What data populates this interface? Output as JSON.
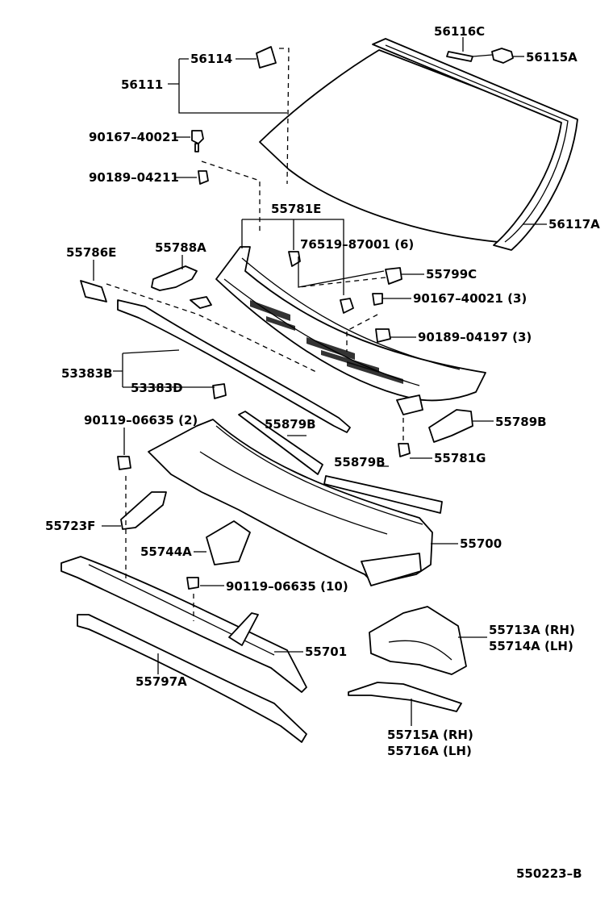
{
  "labels": {
    "p56116C": "56116C",
    "p56115A": "56115A",
    "p56114": "56114",
    "p56111": "56111",
    "p90167_40021": "90167–40021",
    "p90189_04211": "90189–04211",
    "p55781E": "55781E",
    "p56117A": "56117A",
    "p55786E": "55786E",
    "p55788A": "55788A",
    "p76519_87001": "76519–87001 (6)",
    "p55799C": "55799C",
    "p90167_40021_3": "90167–40021 (3)",
    "p90189_04197_3": "90189–04197 (3)",
    "p53383B": "53383B",
    "p53383D": "53383D",
    "p90119_06635_2": "90119–06635 (2)",
    "p55879B_a": "55879B",
    "p55789B": "55789B",
    "p55879B_b": "55879B",
    "p55781G": "55781G",
    "p55723F": "55723F",
    "p55700": "55700",
    "p55744A": "55744A",
    "p90119_06635_10": "90119–06635 (10)",
    "p55713A": "55713A (RH)",
    "p55714A": "55714A (LH)",
    "p55701": "55701",
    "p55797A": "55797A",
    "p55715A": "55715A (RH)",
    "p55716A": "55716A (LH)",
    "figure_code": "550223–B"
  }
}
